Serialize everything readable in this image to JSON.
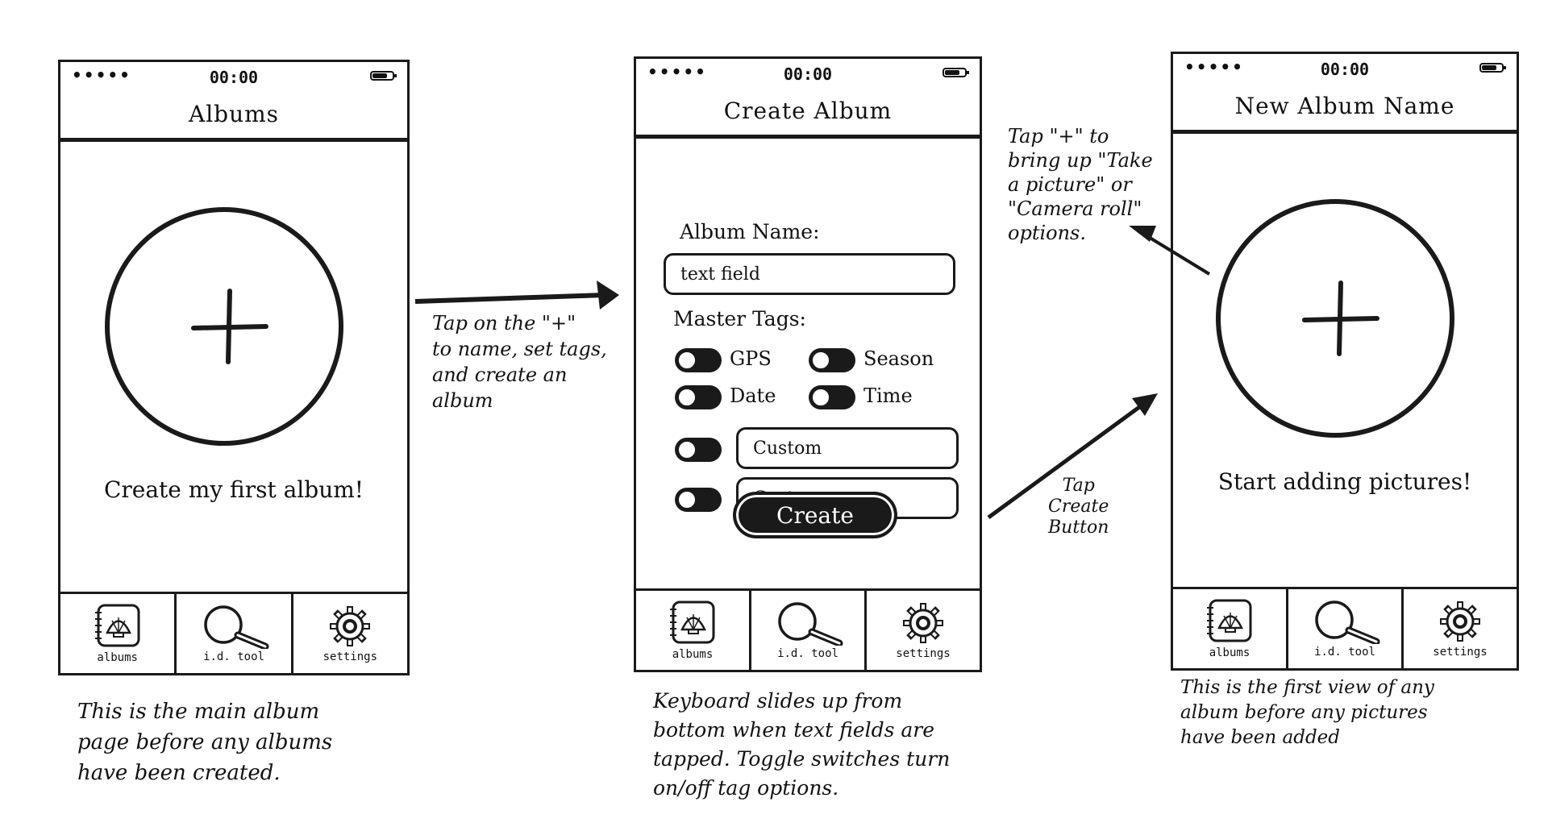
{
  "status_bar": {
    "signal": "•••••",
    "time": "00:00"
  },
  "tab_bar": {
    "albums": "albums",
    "id_tool": "i.d. tool",
    "settings": "settings"
  },
  "screens": {
    "albums": {
      "title": "Albums",
      "caption": "Create my first album!"
    },
    "create_album": {
      "title": "Create Album",
      "album_name_label": "Album Name:",
      "album_name_value": "text field",
      "master_tags_label": "Master Tags:",
      "tags": {
        "gps": "GPS",
        "season": "Season",
        "date": "Date",
        "time": "Time"
      },
      "custom_1": "Custom",
      "custom_2": "Custom",
      "create_button": "Create"
    },
    "new_album": {
      "title": "New Album Name",
      "caption": "Start adding pictures!"
    }
  },
  "annotations": {
    "tap_plus_create": [
      "Tap on the \"+\"",
      "to name, set tags,",
      "and create an",
      "album"
    ],
    "tap_create_button": [
      "Tap",
      "Create",
      "Button"
    ],
    "tap_plus_picture": [
      "Tap \"+\" to",
      "bring up \"Take",
      "a picture\" or",
      "\"Camera roll\"",
      "options."
    ],
    "albums_description": [
      "This is the main album",
      "page before any albums",
      "have been created."
    ],
    "create_description": [
      "Keyboard slides up from",
      "bottom when text fields are",
      "tapped. Toggle switches turn",
      "on/off tag options."
    ],
    "new_album_description": [
      "This is the first view of any",
      "album before any pictures",
      "have been added"
    ]
  },
  "colors": {
    "ink": "#1a1a1a",
    "paper": "#ffffff"
  }
}
